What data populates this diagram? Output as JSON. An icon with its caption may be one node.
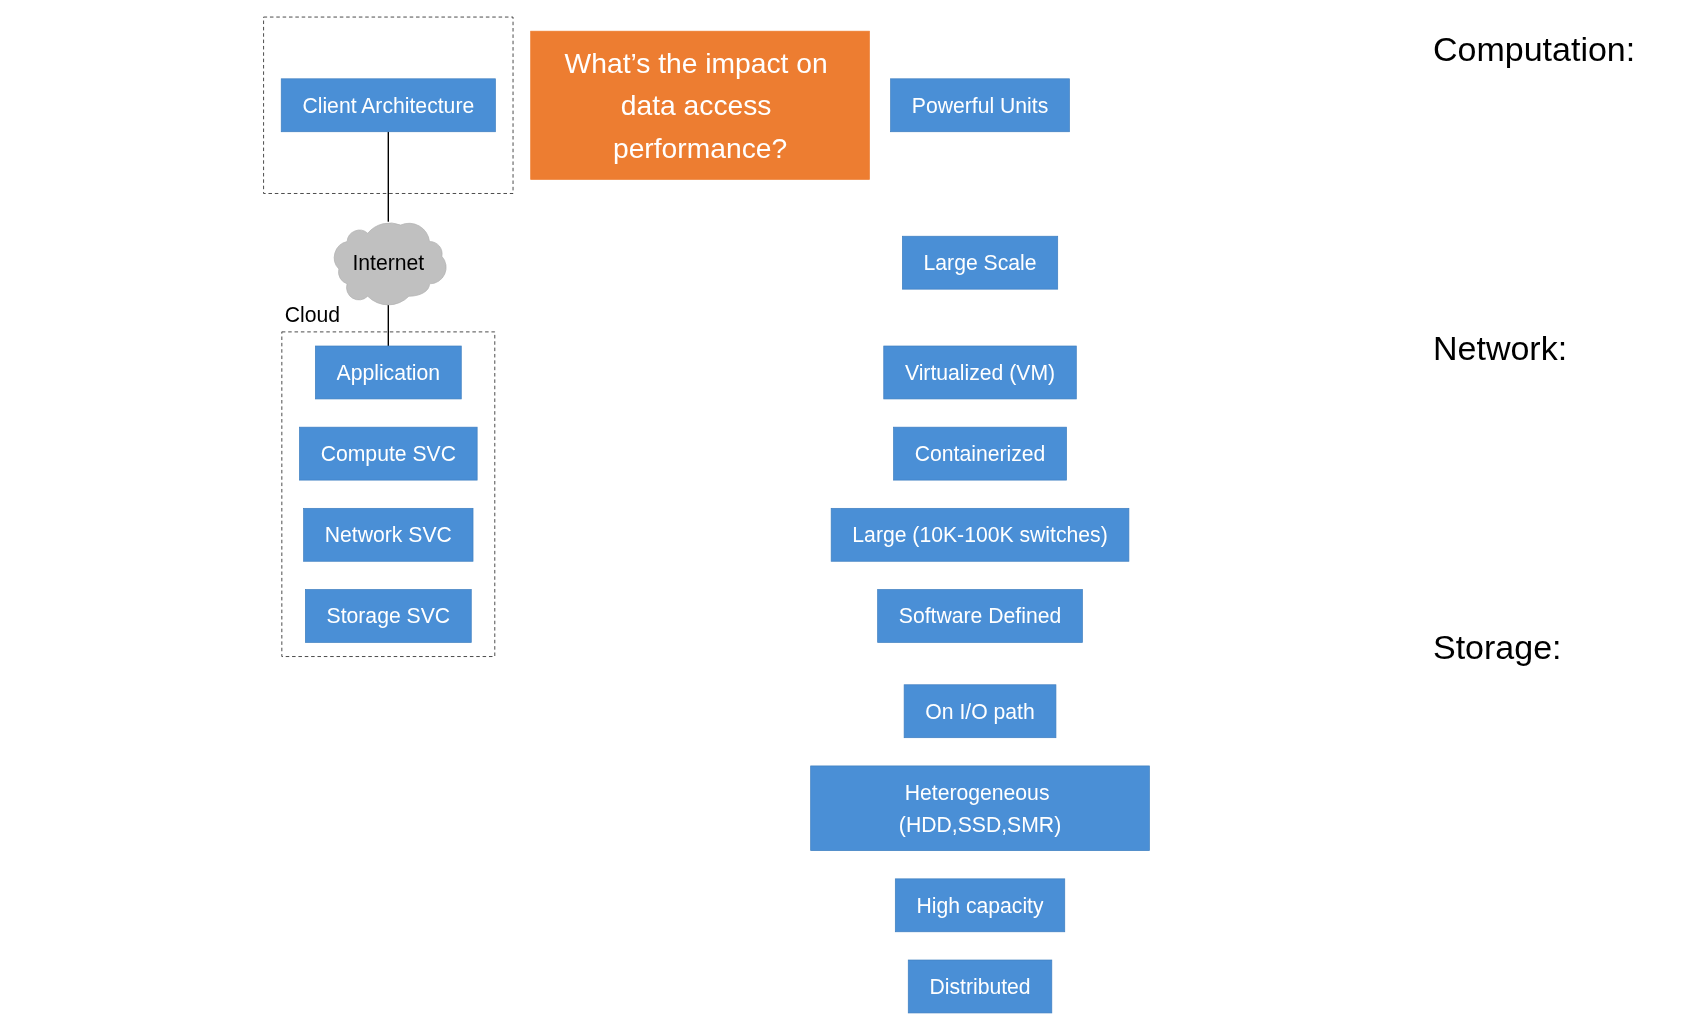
{
  "diagram": {
    "nodes": [
      {
        "text": [],
        "shape": "box"
      },
      {
        "text": [
          "Client Architecture"
        ],
        "in": 0
      },
      {
        "text": [
          "Internet"
        ]
      },
      {
        "text": [
          "Cloud"
        ]
      },
      {
        "text": [
          "Application"
        ],
        "in": 3
      },
      {
        "text": [
          "Compute SVC"
        ],
        "in": 3
      },
      {
        "text": [
          "Network SVC"
        ],
        "in": 3
      },
      {
        "text": [
          "Storage SVC"
        ],
        "in": 3
      },
      {
        "text": [
          "What’s the impact on data access performance?"
        ]
      },
      {
        "text": [
          "Powerful Units"
        ]
      },
      {
        "text": [
          "Large Scale"
        ]
      },
      {
        "text": [
          "Virtualized (VM)"
        ]
      },
      {
        "text": [
          "Containerized"
        ]
      },
      {
        "text": [
          "Large (10K-100K switches)"
        ]
      },
      {
        "text": [
          "Software Defined"
        ]
      },
      {
        "text": [
          "On I/O path"
        ]
      },
      {
        "text": [
          "Heterogeneous (HDD,SSD,SMR)"
        ]
      },
      {
        "text": [
          "High capacity"
        ]
      },
      {
        "text": [
          "Distributed"
        ]
      }
    ],
    "edges": [
      {
        "from": 1,
        "to": 2,
        "arrow": "none"
      },
      {
        "from": 2,
        "to": 4,
        "arrow": "none"
      }
    ],
    "labels": [
      "Computation:",
      "Network:",
      "Storage:"
    ]
  }
}
